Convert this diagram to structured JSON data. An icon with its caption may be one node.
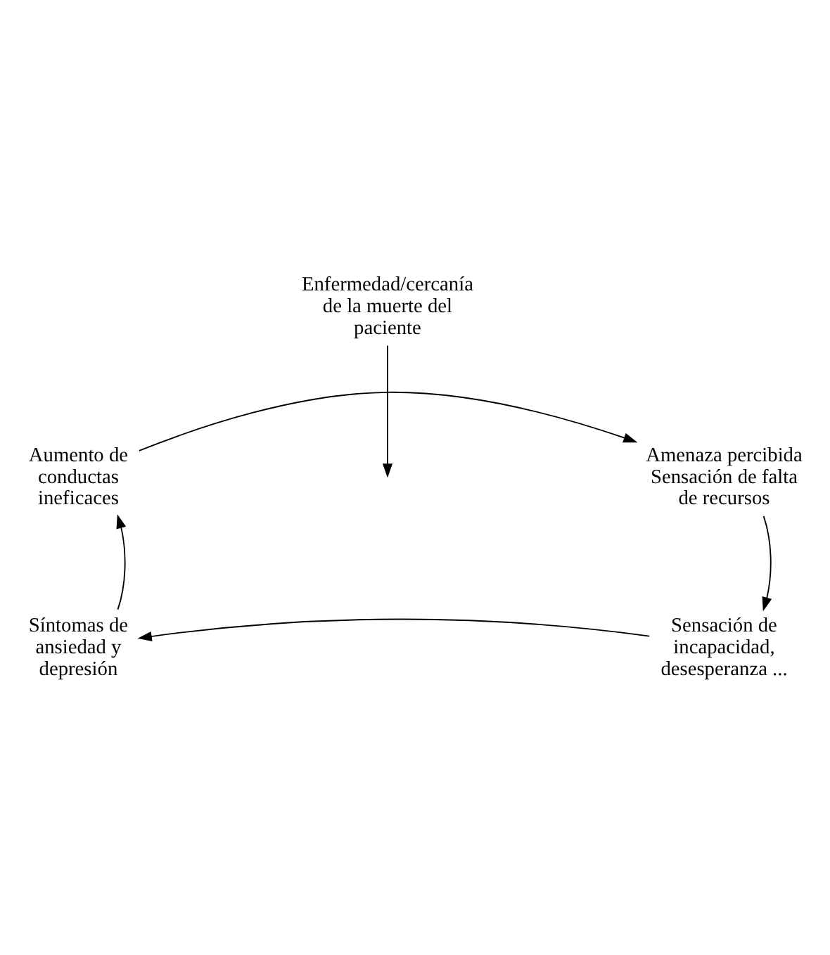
{
  "diagram": {
    "nodes": [
      {
        "text": [
          "Enfermedad/cercanía de la muerte del paciente"
        ]
      },
      {
        "text": [
          "Aumento de conductas ineficaces"
        ]
      },
      {
        "text": [
          "Amenaza percibida",
          "Sensación de falta de recursos"
        ]
      },
      {
        "text": [
          "Sensación de incapacidad, desesperanza ..."
        ]
      },
      {
        "text": [
          "Síntomas de ansiedad y depresión"
        ]
      }
    ],
    "edges": [
      {
        "from": 0,
        "to": null,
        "arrow": "to"
      },
      {
        "from": 1,
        "to": 2,
        "arrow": "to"
      },
      {
        "from": 2,
        "to": 3,
        "arrow": "to"
      },
      {
        "from": 3,
        "to": 4,
        "arrow": "to"
      },
      {
        "from": 4,
        "to": 1,
        "arrow": "to"
      }
    ]
  }
}
